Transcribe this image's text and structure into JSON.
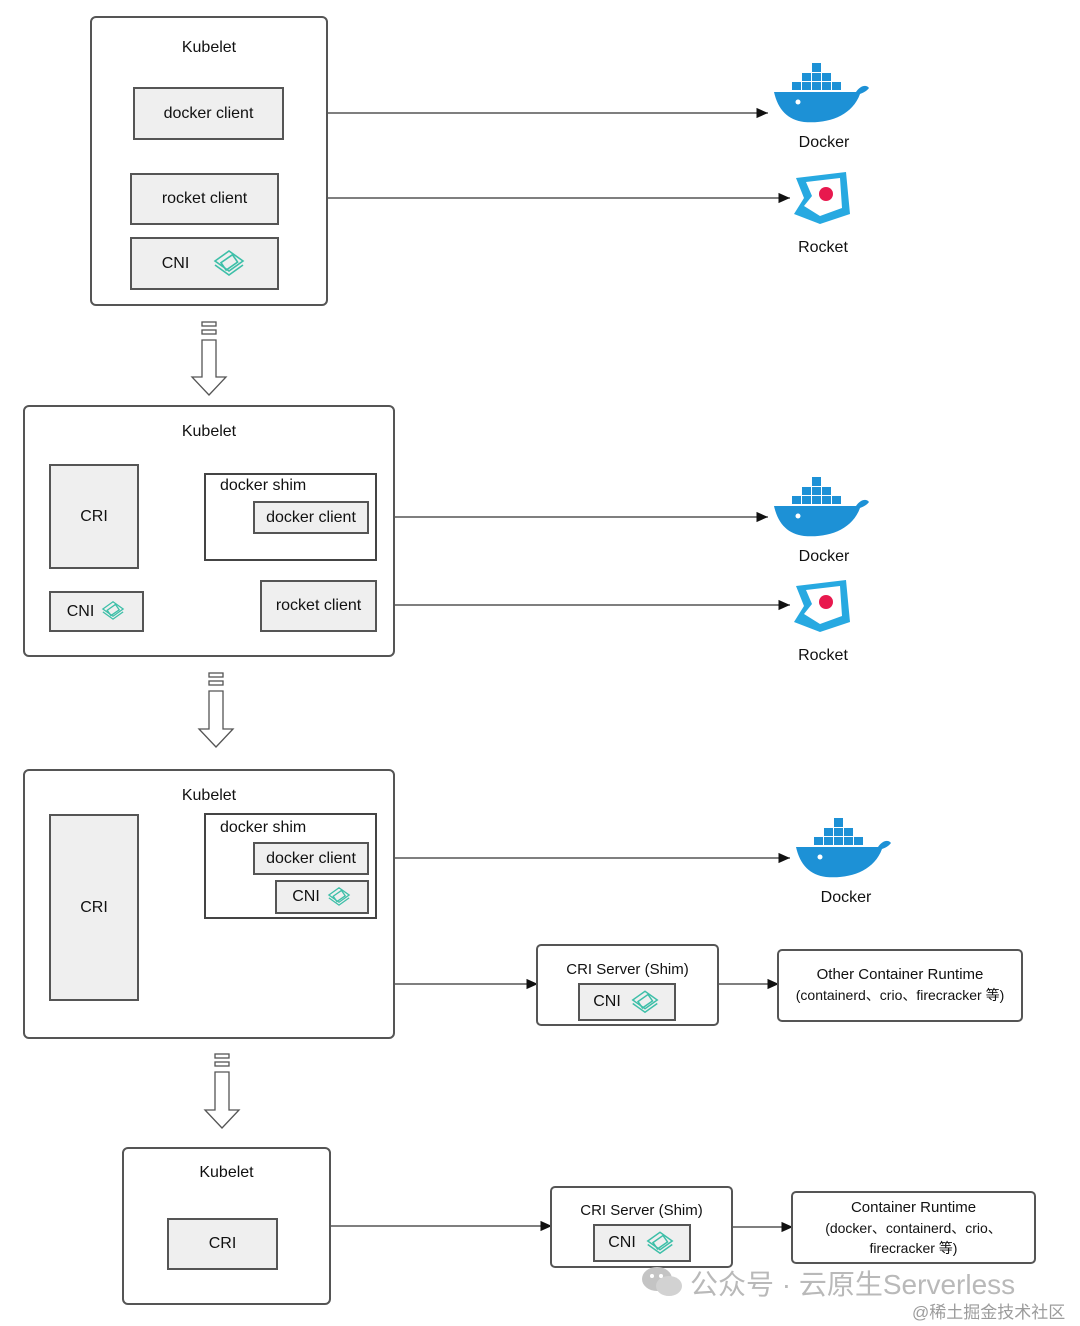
{
  "s1": {
    "kubelet": "Kubelet",
    "docker_client": "docker client",
    "rocket_client": "rocket client",
    "cni": "CNI",
    "docker_label": "Docker",
    "rocket_label": "Rocket"
  },
  "s2": {
    "kubelet": "Kubelet",
    "cri": "CRI",
    "docker_shim": "docker shim",
    "docker_client": "docker client",
    "cni": "CNI",
    "rocket_client": "rocket client",
    "docker_label": "Docker",
    "rocket_label": "Rocket"
  },
  "s3": {
    "kubelet": "Kubelet",
    "cri": "CRI",
    "docker_shim": "docker shim",
    "docker_client": "docker client",
    "cni": "CNI",
    "docker_label": "Docker",
    "cri_server": "CRI Server (Shim)",
    "server_cni": "CNI",
    "runtime_line1": "Other Container Runtime",
    "runtime_line2": "(containerd、crio、firecracker 等)"
  },
  "s4": {
    "kubelet": "Kubelet",
    "cri": "CRI",
    "cri_server": "CRI Server (Shim)",
    "server_cni": "CNI",
    "runtime_line1": "Container Runtime",
    "runtime_line2": "(docker、containerd、crio、",
    "runtime_line3": "firecracker 等)"
  },
  "watermark": {
    "main": "公众号 · 云原生Serverless",
    "sub": "@稀土掘金技术社区"
  },
  "colors": {
    "docker": "#1d91d6",
    "rocket": "#27a9e1",
    "rocket_dot": "#e8194e",
    "cni_icon": "#3dbfa8"
  }
}
